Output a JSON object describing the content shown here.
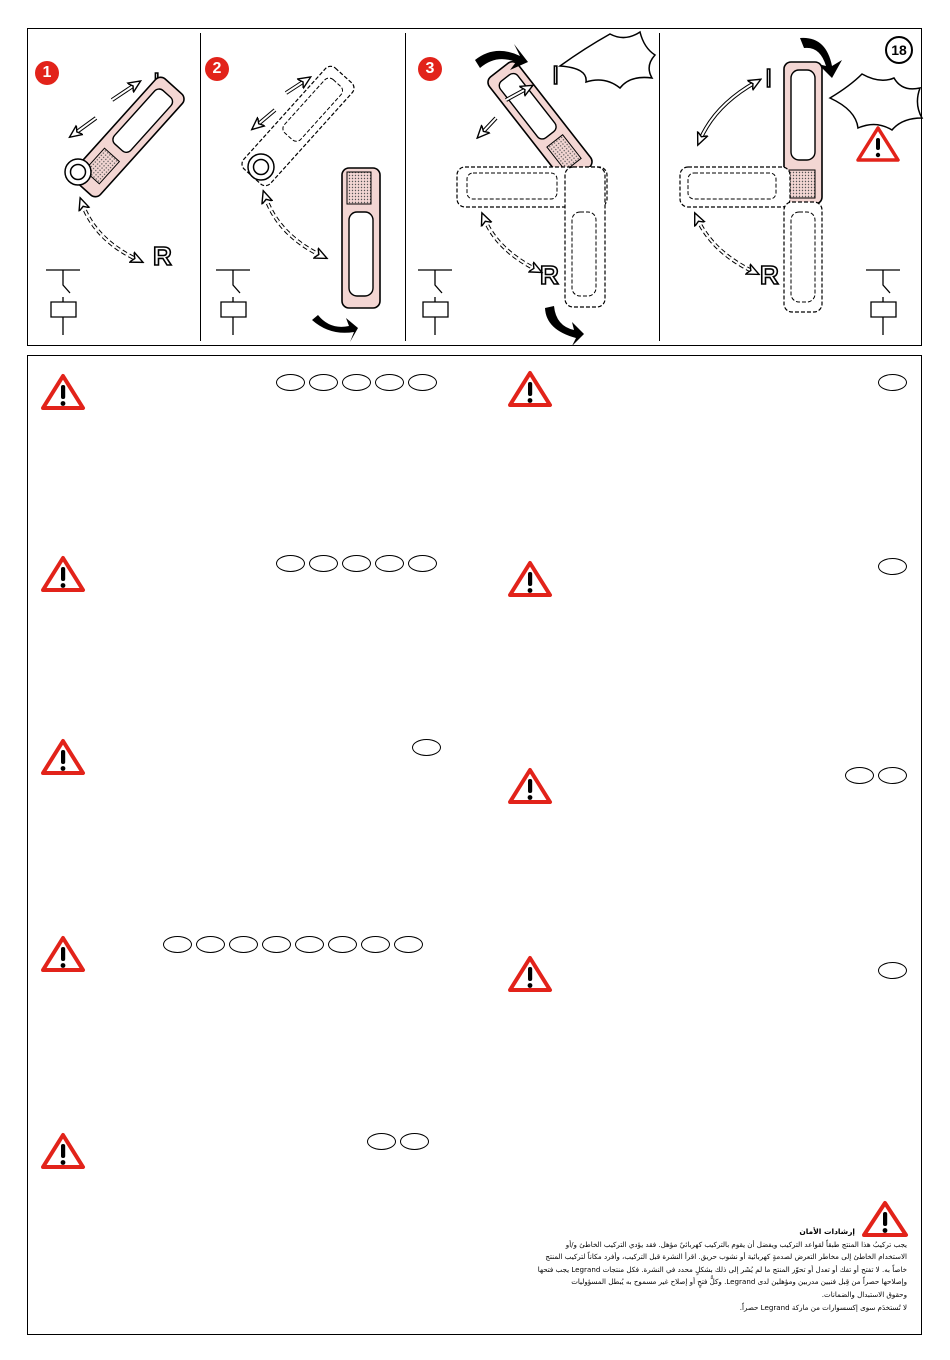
{
  "page_number": "18",
  "steps": [
    {
      "number": "1"
    },
    {
      "number": "2"
    },
    {
      "number": "3"
    }
  ],
  "positions": {
    "on": "I",
    "reset": "R"
  },
  "colors": {
    "accent_red": "#e2231a",
    "handle_fill": "#f3d6d3",
    "handle_stroke": "#000000"
  },
  "warning_sections": [
    {
      "id": "w1",
      "oval_count": 5
    },
    {
      "id": "w2",
      "oval_count": 1
    },
    {
      "id": "w3",
      "oval_count": 5
    },
    {
      "id": "w4",
      "oval_count": 1
    },
    {
      "id": "w5",
      "oval_count": 1
    },
    {
      "id": "w6",
      "oval_count": 2
    },
    {
      "id": "w7",
      "oval_count": 8
    },
    {
      "id": "w8",
      "oval_count": 1
    },
    {
      "id": "w9",
      "oval_count": 2
    }
  ],
  "safety": {
    "title": "إرشادات الأمان",
    "lines": [
      "يجب تركيبُ هذا المنتج طبقاً لقواعد التركيب ويفضل أن يقوم بالتركيب كهربائيٌ مؤهل. فقد يؤدي التركيب الخاطئ و/أو",
      "الاستخدام الخاطئ إلى مخاطر التعرض لصدمةٍ كهربائية أو نشوب حريق. اقرأ النشرة قبل التركيب، وأفرد مكاناً لتركيب المنتج",
      "خاصاً به. لا تفتح أو تفك أو تعدل أو تحوّر المنتج ما لم يُشَر إلى ذلك بشكلٍ محدد في النشرة. فكل منتجات Legrand يجب فتحها",
      "وإصلاحها حصراً من قِبل فنيين مدربين ومؤهلين لدى Legrand. وكلُّ فتحٍ أو إصلاح غير مسموح به يُبطل المسؤوليات",
      "وحقوق الاستبدال والضمانات.",
      "لا تُستخدَم سوى إكسسوارات من ماركة Legrand حصراً."
    ]
  }
}
